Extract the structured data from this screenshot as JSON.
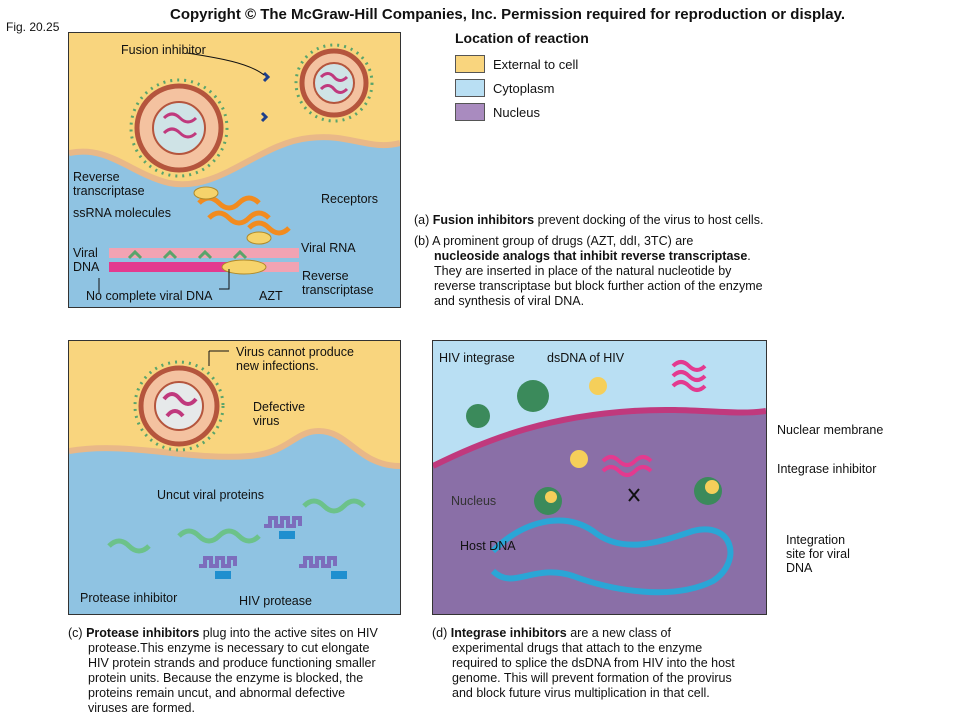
{
  "header": {
    "fig_label": "Fig. 20.25",
    "copyright": "Copyright © The McGraw-Hill Companies, Inc. Permission required for reproduction or display."
  },
  "legend": {
    "title": "Location of reaction",
    "items": [
      {
        "label": "External to cell",
        "color": "#f9d57e"
      },
      {
        "label": "Cytoplasm",
        "color": "#b9dff3"
      },
      {
        "label": "Nucleus",
        "color": "#a98bbf"
      }
    ]
  },
  "panel_a": {
    "fusion_inhibitor": "Fusion inhibitor",
    "reverse_transcriptase_1": "Reverse",
    "reverse_transcriptase_2": "transcriptase",
    "ssrna": "ssRNA molecules",
    "receptors": "Receptors",
    "viral_rna": "Viral RNA",
    "viral_dna_1": "Viral",
    "viral_dna_2": "DNA",
    "rt2_1": "Reverse",
    "rt2_2": "transcriptase",
    "no_dna": "No complete viral DNA",
    "azt": "AZT"
  },
  "caption_a": {
    "prefix": "(a) ",
    "bold": "Fusion inhibitors",
    "rest": " prevent docking of the virus to host cells."
  },
  "caption_b": {
    "prefix": "(b) ",
    "line1": "A prominent group of drugs (AZT, ddI, 3TC) are",
    "bold": "nucleoside analogs that inhibit reverse transcriptase",
    "after_bold": ".",
    "line3": "They are inserted in place of the natural nucleotide by",
    "line4": "reverse transcriptase but block further action of the enzyme",
    "line5": "and synthesis of viral DNA."
  },
  "panel_c": {
    "no_infect_1": "Virus cannot produce",
    "no_infect_2": "new infections.",
    "defective_1": "Defective",
    "defective_2": "virus",
    "uncut": "Uncut viral proteins",
    "protease_inhibitor": "Protease inhibitor",
    "hiv_protease": "HIV protease"
  },
  "caption_c": {
    "prefix": "(c) ",
    "bold": "Protease inhibitors",
    "rest_line1": " plug into the active sites on HIV",
    "lines": [
      "protease.This enzyme is necessary to cut elongate",
      "HIV protein strands and produce functioning smaller",
      "protein units. Because the enzyme is blocked, the",
      "proteins remain uncut, and abnormal defective",
      "viruses are formed."
    ]
  },
  "panel_d": {
    "hiv_integrase": "HIV integrase",
    "dsdna": "dsDNA of HIV",
    "nuclear_membrane": "Nuclear membrane",
    "integrase_inhibitor": "Integrase inhibitor",
    "nucleus": "Nucleus",
    "host_dna": "Host DNA",
    "integration_1": "Integration",
    "integration_2": "site for viral",
    "integration_3": "DNA"
  },
  "caption_d": {
    "prefix": "(d) ",
    "bold": "Integrase inhibitors",
    "rest_line1": " are a new class of",
    "lines": [
      "experimental drugs that attach to the enzyme",
      "required to splice the dsDNA from HIV into the host",
      "genome. This will prevent formation of the provirus",
      "and block future virus multiplication in that cell."
    ]
  }
}
